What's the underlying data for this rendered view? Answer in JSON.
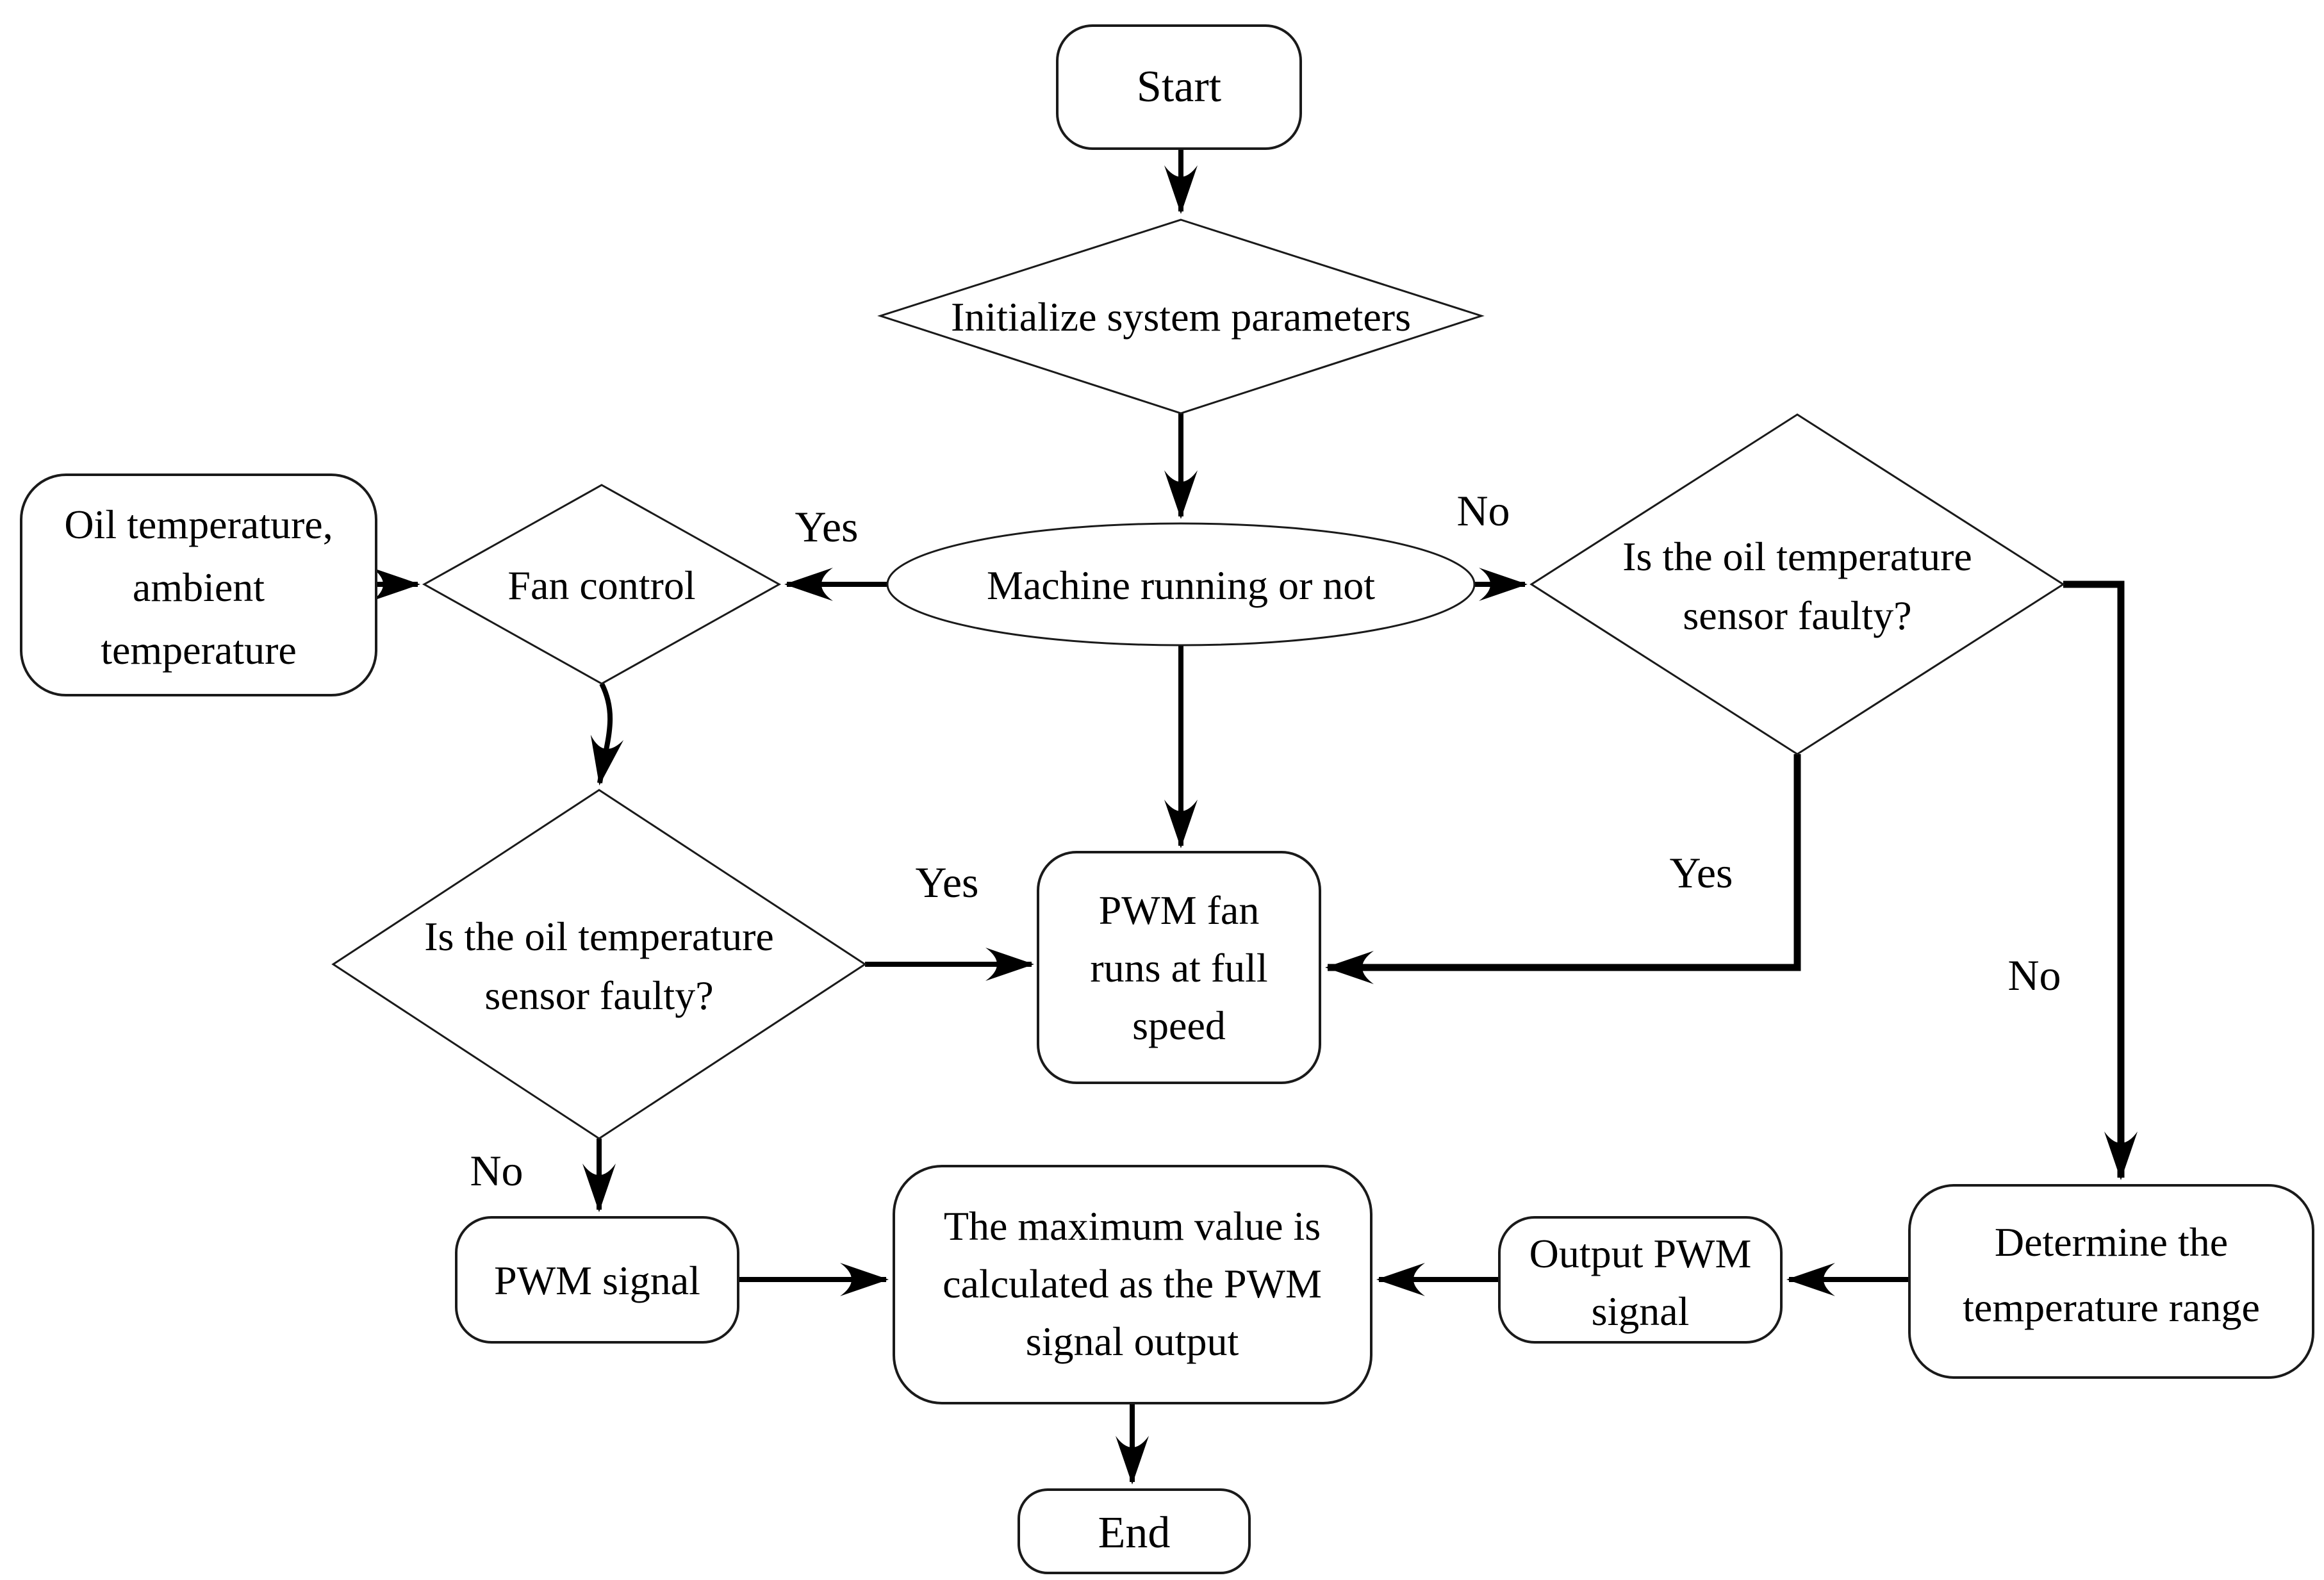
{
  "nodes": {
    "start": {
      "label": "Start"
    },
    "initialize": {
      "label": "Initialize system parameters"
    },
    "machine_running": {
      "label": "Machine running or not"
    },
    "fan_control": {
      "label": "Fan control"
    },
    "oil_inputs": {
      "lines": [
        "Oil temperature,",
        "ambient",
        "temperature"
      ]
    },
    "sensor_faulty_right": {
      "lines": [
        "Is the oil temperature",
        "sensor faulty?"
      ]
    },
    "sensor_faulty_left": {
      "lines": [
        "Is the oil temperature",
        "sensor faulty?"
      ]
    },
    "pwm_full_speed": {
      "lines": [
        "PWM fan",
        "runs at full",
        "speed"
      ]
    },
    "pwm_signal": {
      "label": "PWM signal"
    },
    "max_output": {
      "lines": [
        "The maximum value is",
        "calculated as the PWM",
        "signal output"
      ]
    },
    "output_pwm": {
      "lines": [
        "Output PWM",
        "signal"
      ]
    },
    "determine_range": {
      "lines": [
        "Determine the",
        "temperature range"
      ]
    },
    "end": {
      "label": "End"
    }
  },
  "edge_labels": {
    "machine_yes": "Yes",
    "machine_no": "No",
    "left_sensor_yes": "Yes",
    "left_sensor_no": "No",
    "right_sensor_yes": "Yes",
    "right_sensor_no": "No"
  },
  "edges": [
    {
      "from": "start",
      "to": "initialize",
      "label": ""
    },
    {
      "from": "initialize",
      "to": "machine_running",
      "label": ""
    },
    {
      "from": "machine_running",
      "to": "fan_control",
      "label": "Yes"
    },
    {
      "from": "machine_running",
      "to": "sensor_faulty_right",
      "label": "No"
    },
    {
      "from": "machine_running",
      "to": "pwm_full_speed",
      "label": ""
    },
    {
      "from": "oil_inputs",
      "to": "fan_control",
      "label": ""
    },
    {
      "from": "fan_control",
      "to": "sensor_faulty_left",
      "label": ""
    },
    {
      "from": "sensor_faulty_left",
      "to": "pwm_full_speed",
      "label": "Yes"
    },
    {
      "from": "sensor_faulty_left",
      "to": "pwm_signal",
      "label": "No"
    },
    {
      "from": "sensor_faulty_right",
      "to": "pwm_full_speed",
      "label": "Yes"
    },
    {
      "from": "sensor_faulty_right",
      "to": "determine_range",
      "label": "No"
    },
    {
      "from": "pwm_signal",
      "to": "max_output",
      "label": ""
    },
    {
      "from": "determine_range",
      "to": "output_pwm",
      "label": ""
    },
    {
      "from": "output_pwm",
      "to": "max_output",
      "label": ""
    },
    {
      "from": "max_output",
      "to": "end",
      "label": ""
    }
  ],
  "colors": {
    "stroke": "#000000",
    "background": "#ffffff"
  }
}
